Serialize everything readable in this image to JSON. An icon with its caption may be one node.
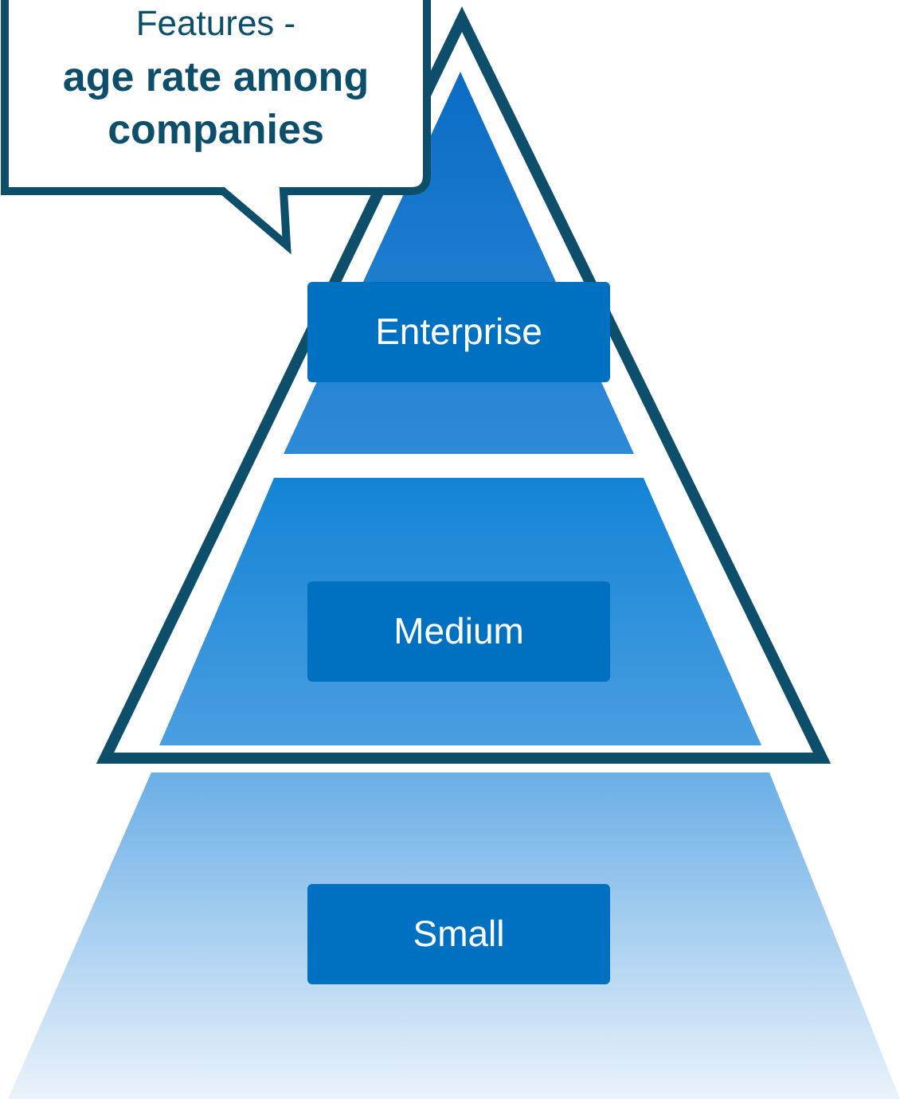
{
  "diagram": {
    "nodes": [
      {
        "text": [
          "Features -",
          "age rate among companies"
        ]
      },
      {
        "text": [
          "Enterprise"
        ]
      },
      {
        "text": [
          "Medium"
        ]
      },
      {
        "text": [
          "Small"
        ]
      }
    ],
    "edges": []
  }
}
